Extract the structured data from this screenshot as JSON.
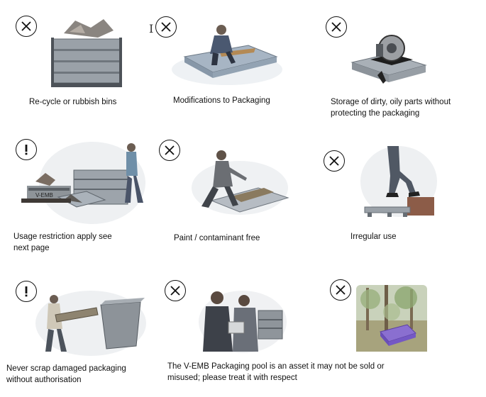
{
  "items": [
    {
      "symbol": "prohibited",
      "lines": [
        "Re-cycle or rubbish bins"
      ]
    },
    {
      "symbol": "prohibited",
      "lines": [
        "Modifications to Packaging"
      ]
    },
    {
      "symbol": "prohibited",
      "lines": [
        "Storage of dirty, oily parts without",
        "protecting the packaging"
      ]
    },
    {
      "symbol": "caution",
      "lines": [
        "Usage restriction apply see",
        "next page"
      ]
    },
    {
      "symbol": "prohibited",
      "lines": [
        "Paint / contaminant free"
      ]
    },
    {
      "symbol": "prohibited",
      "lines": [
        "Irregular use"
      ]
    },
    {
      "symbol": "caution",
      "lines": [
        "Never scrap damaged packaging",
        "without authorisation"
      ]
    },
    {
      "symbol": "prohibited",
      "lines": [
        "The V-EMB Packaging pool is an asset it may not be sold or",
        "misused; please treat it with respect"
      ]
    },
    {
      "symbol": "prohibited",
      "lines": []
    }
  ],
  "illustrations": {
    "crate_label": "V-EMB"
  }
}
